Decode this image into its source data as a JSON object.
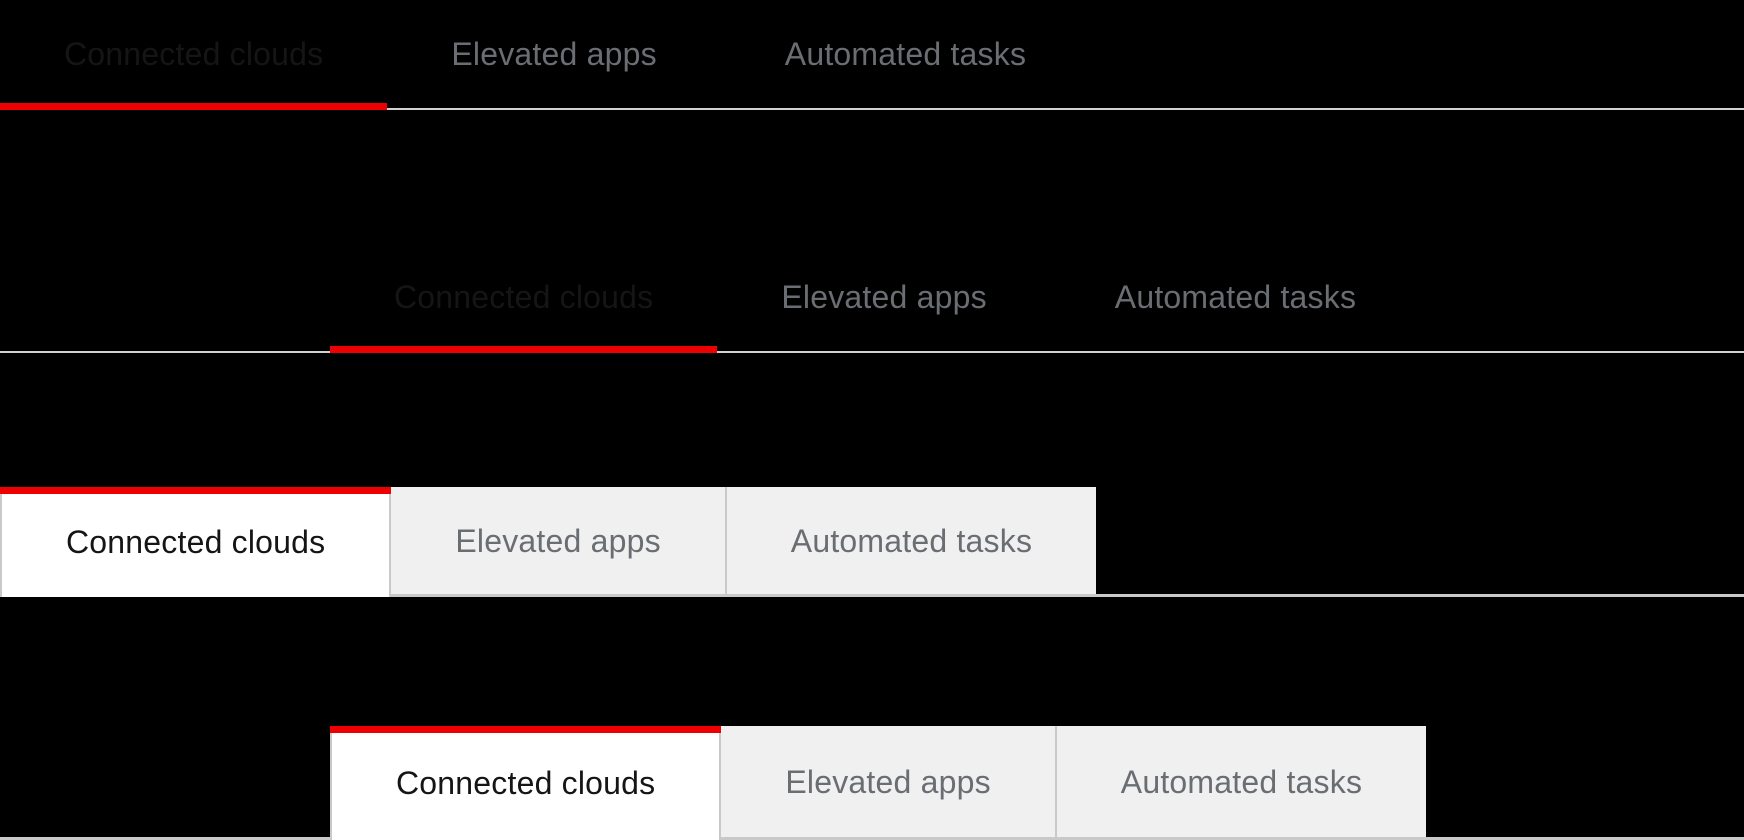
{
  "colors": {
    "background": "#000000",
    "accent_red": "#ee0000",
    "active_text": "#151515",
    "inactive_text": "#6a6e73",
    "rule_gray": "#d2d2d2",
    "box_border": "#c9c9c9",
    "inactive_tab_bg": "#f0f0f0",
    "active_tab_bg": "#ffffff"
  },
  "tab_groups": [
    {
      "variant": "line",
      "inset": false,
      "tabs": [
        {
          "label": "Connected clouds",
          "active": true
        },
        {
          "label": "Elevated apps",
          "active": false
        },
        {
          "label": "Automated tasks",
          "active": false
        }
      ]
    },
    {
      "variant": "line",
      "inset": true,
      "tabs": [
        {
          "label": "Connected clouds",
          "active": true
        },
        {
          "label": "Elevated apps",
          "active": false
        },
        {
          "label": "Automated tasks",
          "active": false
        }
      ]
    },
    {
      "variant": "box",
      "inset": false,
      "tabs": [
        {
          "label": "Connected clouds",
          "active": true
        },
        {
          "label": "Elevated apps",
          "active": false
        },
        {
          "label": "Automated tasks",
          "active": false
        }
      ]
    },
    {
      "variant": "box",
      "inset": true,
      "tabs": [
        {
          "label": "Connected clouds",
          "active": true
        },
        {
          "label": "Elevated apps",
          "active": false
        },
        {
          "label": "Automated tasks",
          "active": false
        }
      ]
    }
  ]
}
